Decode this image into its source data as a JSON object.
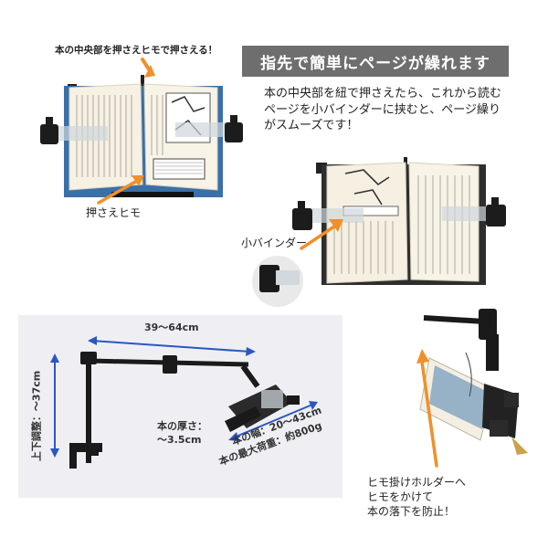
{
  "top_caption": "本の中央部を押さえヒモで押さえる！",
  "banner": "指先で簡単にページが繰れます",
  "description": [
    "本の中央部を紐で押さえたら、これから読む",
    "ページを小バインダーに挟むと、ページ繰り",
    "がスムーズです！"
  ],
  "label_string": "押さえヒモ",
  "label_binder": "小バインダー",
  "dim_width": "39～64cm",
  "dim_height": "上下調整：～37cm",
  "dim_thickness": [
    "本の厚さ：",
    "～3.5cm"
  ],
  "dim_book_width": "本の幅：20～43cm",
  "dim_max_load": "本の最大荷重：約800g",
  "holder_note": [
    "ヒモ掛けホルダーへ",
    "ヒモをかけて",
    "本の落下を防止！"
  ],
  "colors": {
    "arrow_orange": "#f0902a",
    "dim_blue": "#2a56c4",
    "banner_gray": "#6e6e6e"
  }
}
